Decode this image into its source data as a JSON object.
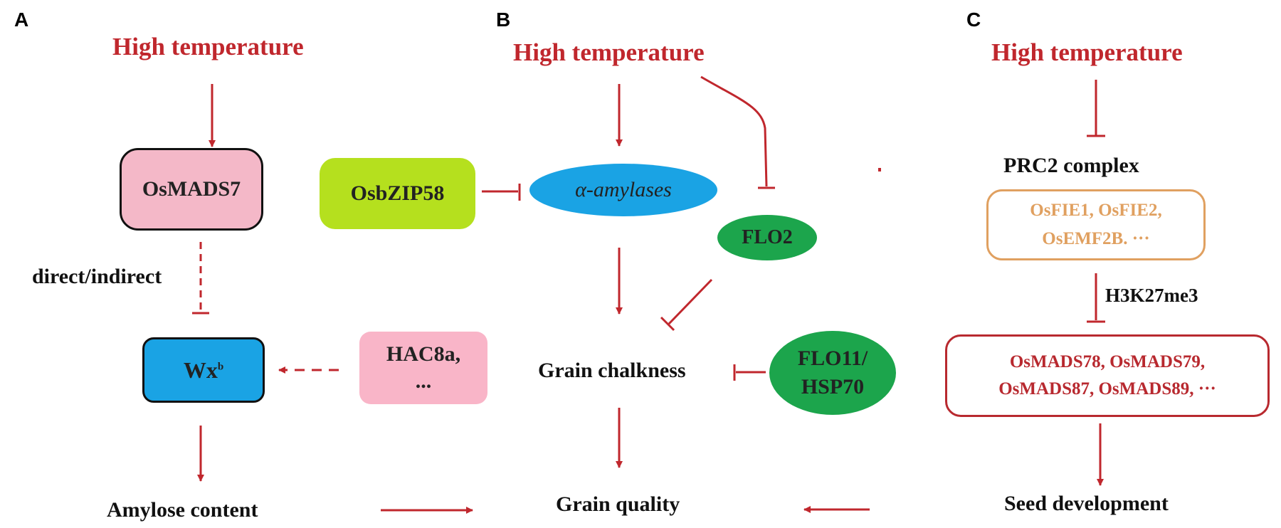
{
  "panels": {
    "a": {
      "letter": "A",
      "heading": "High temperature",
      "osmads7": "OsMADS7",
      "osbzip58": "OsbZIP58",
      "direct_indirect": "direct/indirect",
      "wx": "Wx",
      "wx_sup": "b",
      "hac8a_line1": "HAC8a,",
      "hac8a_line2": "...",
      "amylose": "Amylose content"
    },
    "b": {
      "letter": "B",
      "heading": "High temperature",
      "alpha_amylases": "α-amylases",
      "flo2": "FLO2",
      "grain_chalkness": "Grain chalkness",
      "flo11_line1": "FLO11/",
      "flo11_line2": "HSP70",
      "grain_quality": "Grain quality"
    },
    "c": {
      "letter": "C",
      "heading": "High temperature",
      "prc2": "PRC2 complex",
      "prc2_members_line1": "OsFIE1, OsFIE2,",
      "prc2_members_line2": "OsEMF2B. ···",
      "h3k27me3": "H3K27me3",
      "osmads_line1": "OsMADS78, OsMADS79,",
      "osmads_line2": "OsMADS87, OsMADS89, ···",
      "seed_development": "Seed development"
    }
  },
  "colors": {
    "arrow_red": "#c0272d",
    "osmads7_fill": "#f4b8c8",
    "osbzip58_fill": "#b5e01e",
    "wx_fill": "#1aa3e4",
    "hac8a_fill": "#f9b5c8",
    "alpha_amylase_fill": "#1aa3e4",
    "flo_fill": "#1ca54c",
    "prc2_border": "#e0a060",
    "osmads_border": "#b8292f"
  }
}
